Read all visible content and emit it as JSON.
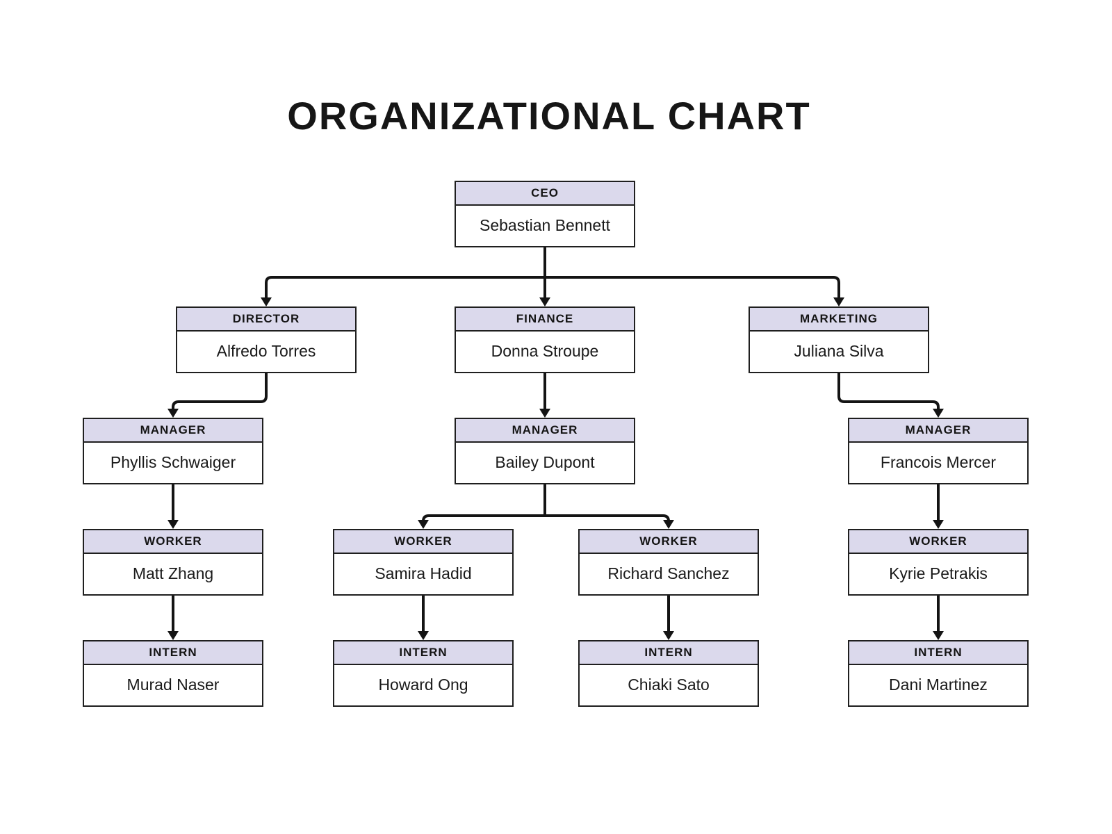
{
  "title": "ORGANIZATIONAL CHART",
  "colors": {
    "bg": "#ffffff",
    "header_bg": "#dbd9ec",
    "border": "#1f1f1f",
    "connector": "#141414",
    "text": "#141414"
  },
  "nodes": {
    "ceo": {
      "role": "CEO",
      "name": "Sebastian Bennett"
    },
    "director": {
      "role": "DIRECTOR",
      "name": "Alfredo Torres"
    },
    "finance": {
      "role": "FINANCE",
      "name": "Donna Stroupe"
    },
    "marketing": {
      "role": "MARKETING",
      "name": "Juliana Silva"
    },
    "manager_director": {
      "role": "MANAGER",
      "name": "Phyllis Schwaiger"
    },
    "manager_finance": {
      "role": "MANAGER",
      "name": "Bailey Dupont"
    },
    "manager_marketing": {
      "role": "MANAGER",
      "name": "Francois Mercer"
    },
    "worker_director": {
      "role": "WORKER",
      "name": "Matt Zhang"
    },
    "worker_finance_1": {
      "role": "WORKER",
      "name": "Samira Hadid"
    },
    "worker_finance_2": {
      "role": "WORKER",
      "name": "Richard Sanchez"
    },
    "worker_marketing": {
      "role": "WORKER",
      "name": "Kyrie Petrakis"
    },
    "intern_director": {
      "role": "INTERN",
      "name": "Murad Naser"
    },
    "intern_finance_1": {
      "role": "INTERN",
      "name": "Howard Ong"
    },
    "intern_finance_2": {
      "role": "INTERN",
      "name": "Chiaki Sato"
    },
    "intern_marketing": {
      "role": "INTERN",
      "name": "Dani Martinez"
    }
  },
  "edges": [
    {
      "from": "ceo",
      "to": "director"
    },
    {
      "from": "ceo",
      "to": "finance"
    },
    {
      "from": "ceo",
      "to": "marketing"
    },
    {
      "from": "director",
      "to": "manager_director"
    },
    {
      "from": "finance",
      "to": "manager_finance"
    },
    {
      "from": "marketing",
      "to": "manager_marketing"
    },
    {
      "from": "manager_director",
      "to": "worker_director"
    },
    {
      "from": "manager_finance",
      "to": "worker_finance_1"
    },
    {
      "from": "manager_finance",
      "to": "worker_finance_2"
    },
    {
      "from": "manager_marketing",
      "to": "worker_marketing"
    },
    {
      "from": "worker_director",
      "to": "intern_director"
    },
    {
      "from": "worker_finance_1",
      "to": "intern_finance_1"
    },
    {
      "from": "worker_finance_2",
      "to": "intern_finance_2"
    },
    {
      "from": "worker_marketing",
      "to": "intern_marketing"
    }
  ]
}
